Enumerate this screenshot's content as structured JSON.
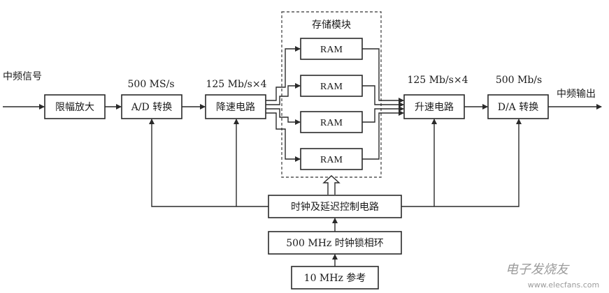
{
  "labels": {
    "if_signal": "中频信号",
    "if_output": "中频输出",
    "rate_adc": "500 MS/s",
    "rate_split": "125 Mb/s×4",
    "rate_merge": "125 Mb/s×4",
    "rate_dac": "500 Mb/s",
    "storage_module": "存储模块"
  },
  "blocks": {
    "limiter_amp": "限幅放大",
    "adc": "A/D 转换",
    "deceleration": "降速电路",
    "ram1": "RAM",
    "ram2": "RAM",
    "ram3": "RAM",
    "ram4": "RAM",
    "acceleration": "升速电路",
    "dac": "D/A 转换",
    "clock_delay": "时钟及延迟控制电路",
    "pll": "500 MHz 时钟锁相环",
    "ref": "10 MHz 参考"
  },
  "watermark": {
    "brand": "电子发烧友",
    "url": "www.elecfans.com"
  }
}
